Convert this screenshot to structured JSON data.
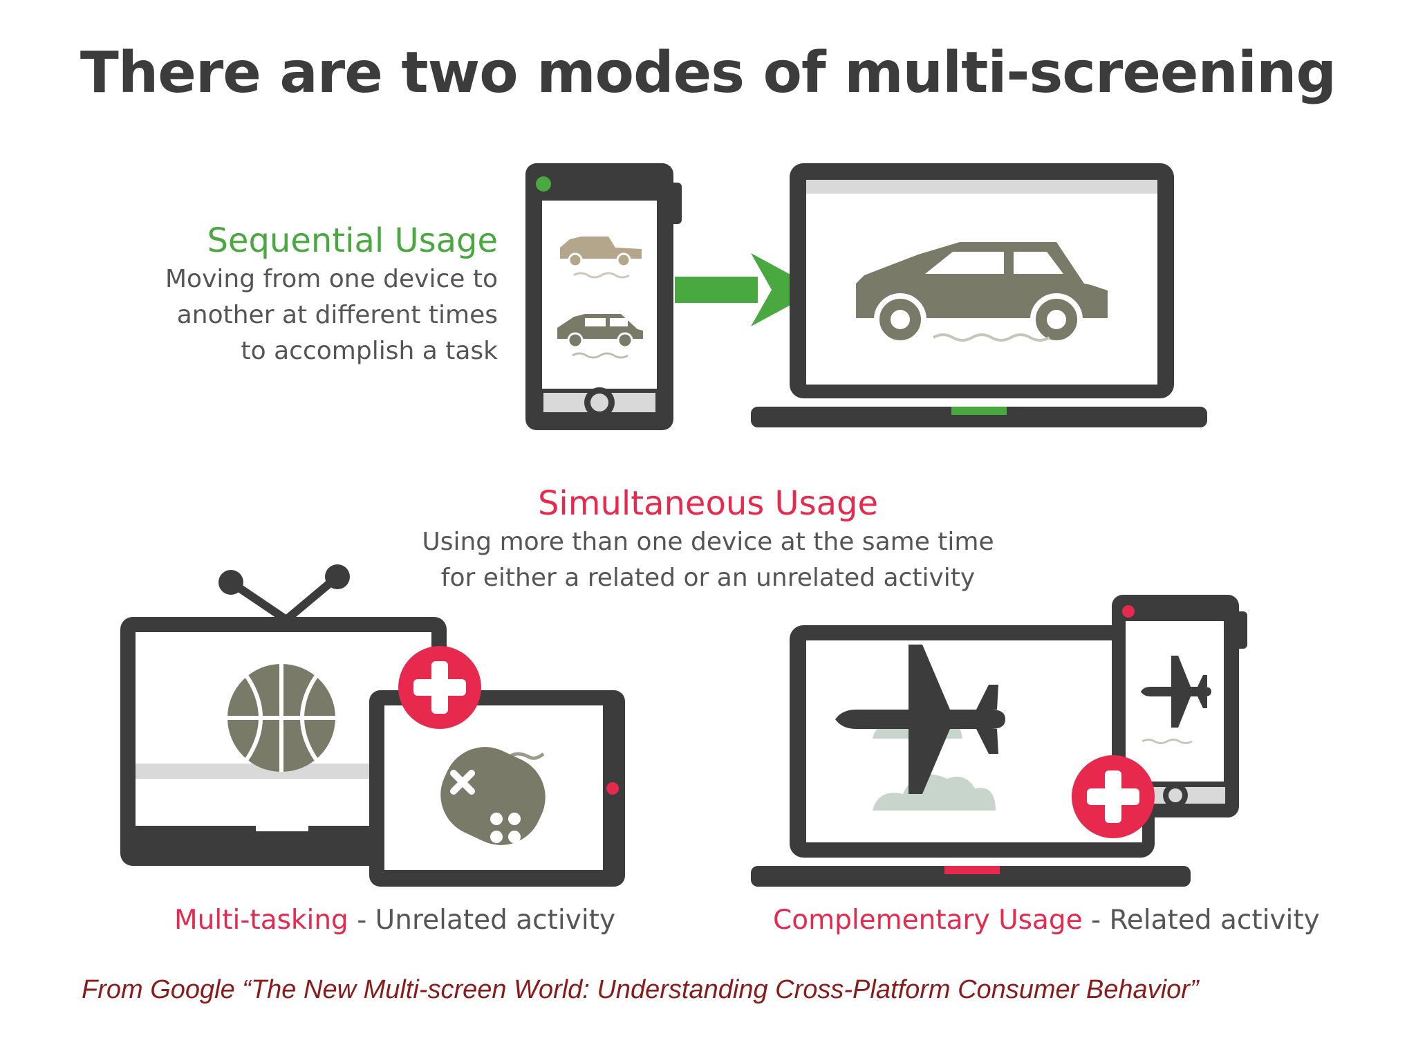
{
  "title": "There are two modes of multi-screening",
  "sequential": {
    "heading": "Sequential Usage",
    "lines": [
      "Moving from one device to",
      "another at different times",
      "to accomplish a task"
    ]
  },
  "simultaneous": {
    "heading": "Simultaneous Usage",
    "lines": [
      "Using more than one device at the same time",
      "for either a related or an unrelated activity"
    ]
  },
  "captions": {
    "multitasking": {
      "accent": "Multi-tasking",
      "rest": " - Unrelated activity"
    },
    "complementary": {
      "accent": "Complementary Usage",
      "rest": " - Related activity"
    }
  },
  "source": "From Google  “The New Multi-screen World: Understanding Cross-Platform Consumer Behavior”",
  "icons": [
    "phone-icon",
    "laptop-icon",
    "arrow-right-icon",
    "car-icon",
    "tv-icon",
    "basketball-icon",
    "tablet-icon",
    "gamepad-icon",
    "plus-icon",
    "airplane-icon",
    "cloud-icon"
  ],
  "colors": {
    "dark": "#3c3c3c",
    "green": "#4aa840",
    "red": "#e8294e",
    "olive": "#7a7a68",
    "source": "#8b1a1a"
  }
}
